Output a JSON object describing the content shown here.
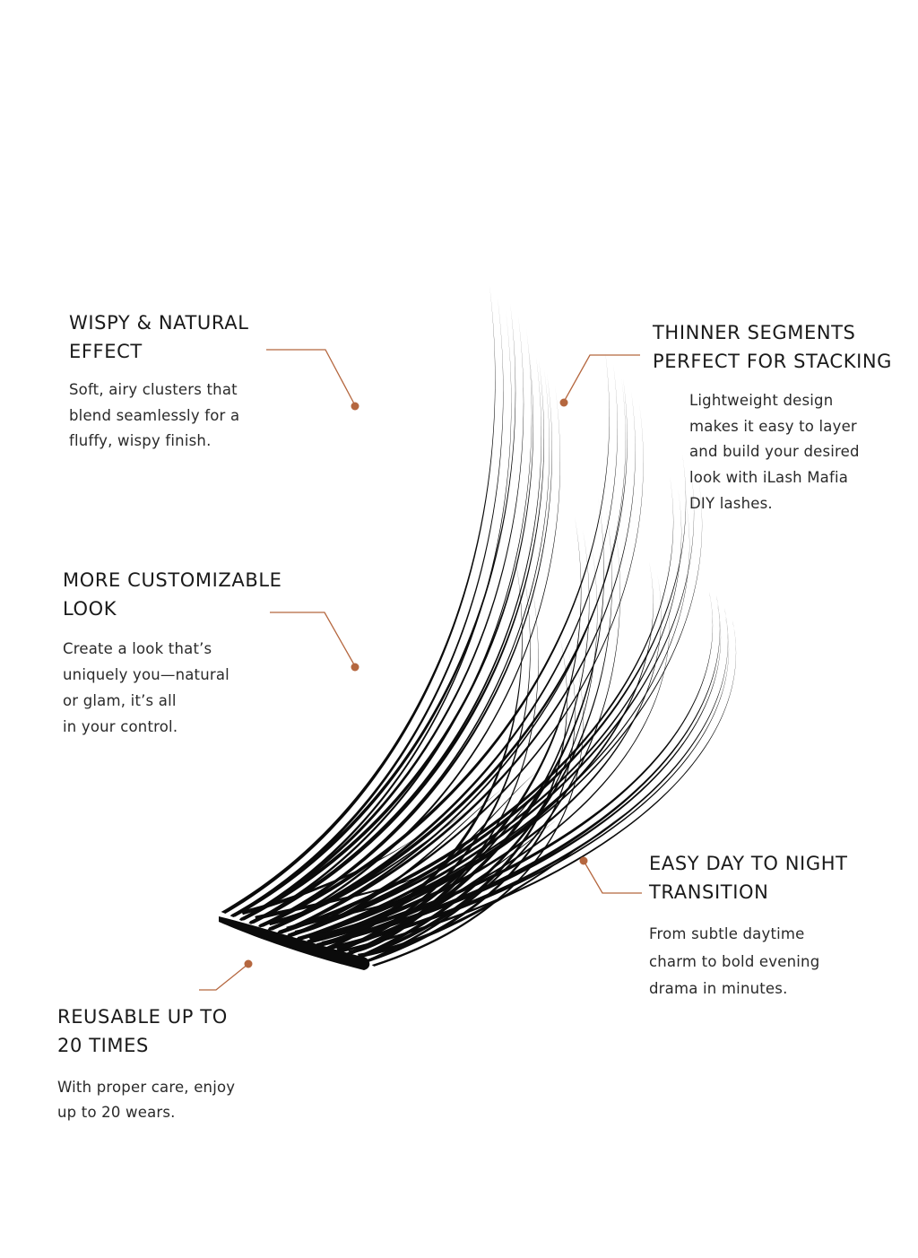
{
  "colors": {
    "accent": "#b5673f",
    "heading": "#1a1a1a",
    "body": "#2a2a2a",
    "lash": "#0b0b0b",
    "background": "#ffffff"
  },
  "illustration": {
    "icon": "lash-cluster-icon"
  },
  "features": {
    "wispy": {
      "title": [
        "WISPY & NATURAL",
        "EFFECT"
      ],
      "body": [
        "Soft, airy clusters that",
        "blend seamlessly for a",
        "fluffy, wispy finish."
      ]
    },
    "thinner": {
      "title": [
        "THINNER SEGMENTS",
        "PERFECT FOR STACKING"
      ],
      "body": [
        "Lightweight design",
        "makes it easy to layer",
        "and build your desired",
        "look with iLash Mafia",
        "DIY lashes."
      ]
    },
    "customizable": {
      "title": [
        "MORE CUSTOMIZABLE",
        "LOOK"
      ],
      "body": [
        "Create a look that’s",
        "uniquely you—natural",
        "or glam, it’s all",
        "in your control."
      ]
    },
    "daynight": {
      "title": [
        "EASY DAY TO NIGHT",
        "TRANSITION"
      ],
      "body": [
        "From subtle daytime",
        "charm to bold evening",
        "drama in minutes."
      ]
    },
    "reusable": {
      "title": [
        "REUSABLE UP TO",
        "20 TIMES"
      ],
      "body": [
        "With proper care, enjoy",
        "up to 20 wears."
      ]
    }
  }
}
